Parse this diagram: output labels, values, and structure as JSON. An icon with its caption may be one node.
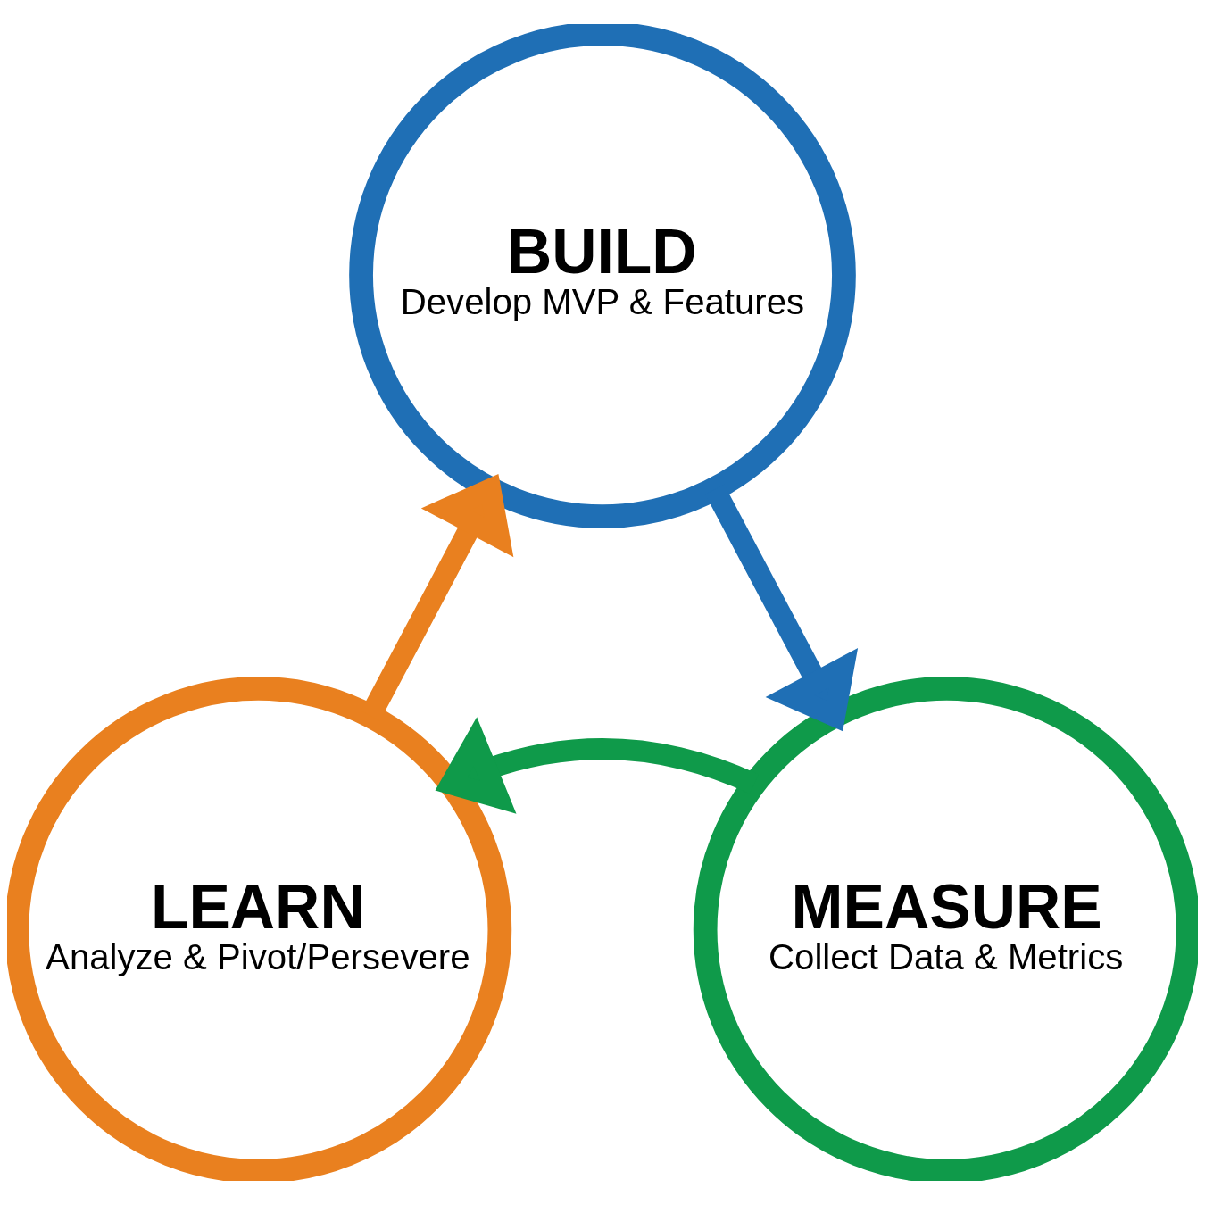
{
  "diagram": {
    "nodes": [
      {
        "text": [
          "BUILD",
          "Develop MVP & Features"
        ]
      },
      {
        "text": [
          "MEASURE",
          "Collect Data & Metrics"
        ]
      },
      {
        "text": [
          "LEARN",
          "Analyze & Pivot/Persevere"
        ]
      }
    ],
    "edges": [
      {
        "from": 0,
        "to": 1,
        "arrow": "to",
        "color": "#1f6fb5"
      },
      {
        "from": 1,
        "to": 2,
        "arrow": "to",
        "color": "#0f9a4a"
      },
      {
        "from": 2,
        "to": 0,
        "arrow": "to",
        "color": "#e9801f"
      }
    ]
  }
}
